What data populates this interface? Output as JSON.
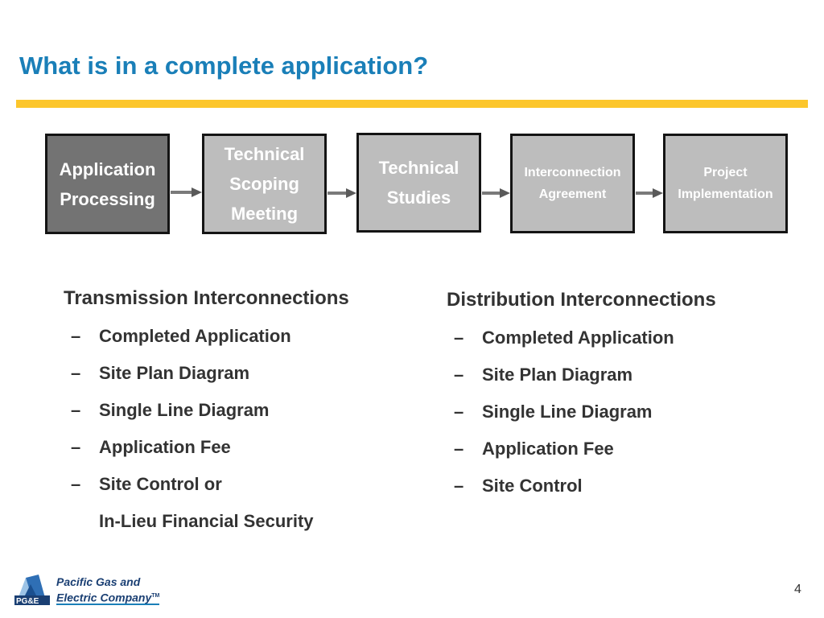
{
  "slide": {
    "title": "What is in a complete application?",
    "page_number": "4"
  },
  "colors": {
    "title": "#1a7fb8",
    "accent_bar": "#fcc62c",
    "step_active": "#737373",
    "step_inactive": "#bdbdbd",
    "border": "#141414",
    "body_text": "#333333",
    "logo_blue": "#1a3f73"
  },
  "process": {
    "steps": [
      {
        "lines": [
          "Application",
          "Processing"
        ],
        "state": "active"
      },
      {
        "lines": [
          "Technical",
          "Scoping",
          "Meeting"
        ],
        "state": "inactive"
      },
      {
        "lines": [
          "Technical",
          "Studies"
        ],
        "state": "inactive"
      },
      {
        "lines": [
          "Interconnection",
          "Agreement"
        ],
        "state": "inactive"
      },
      {
        "lines": [
          "Project",
          "Implementation"
        ],
        "state": "inactive"
      }
    ]
  },
  "transmission": {
    "heading": "Transmission Interconnections",
    "items": [
      {
        "text": "Completed Application"
      },
      {
        "text": "Site Plan Diagram"
      },
      {
        "text": "Single Line Diagram"
      },
      {
        "text": "Application Fee"
      },
      {
        "text": "Site Control or",
        "continuation": "In-Lieu Financial Security"
      }
    ]
  },
  "distribution": {
    "heading": "Distribution Interconnections",
    "items": [
      {
        "text": "Completed Application"
      },
      {
        "text": "Site Plan Diagram"
      },
      {
        "text": "Single Line Diagram"
      },
      {
        "text": "Application Fee"
      },
      {
        "text": "Site Control"
      }
    ]
  },
  "bullet_symbol": "–",
  "logo": {
    "mark_text": "PG&E",
    "company_line1": "Pacific Gas and",
    "company_line2": "Electric Company",
    "trademark": "TM"
  }
}
